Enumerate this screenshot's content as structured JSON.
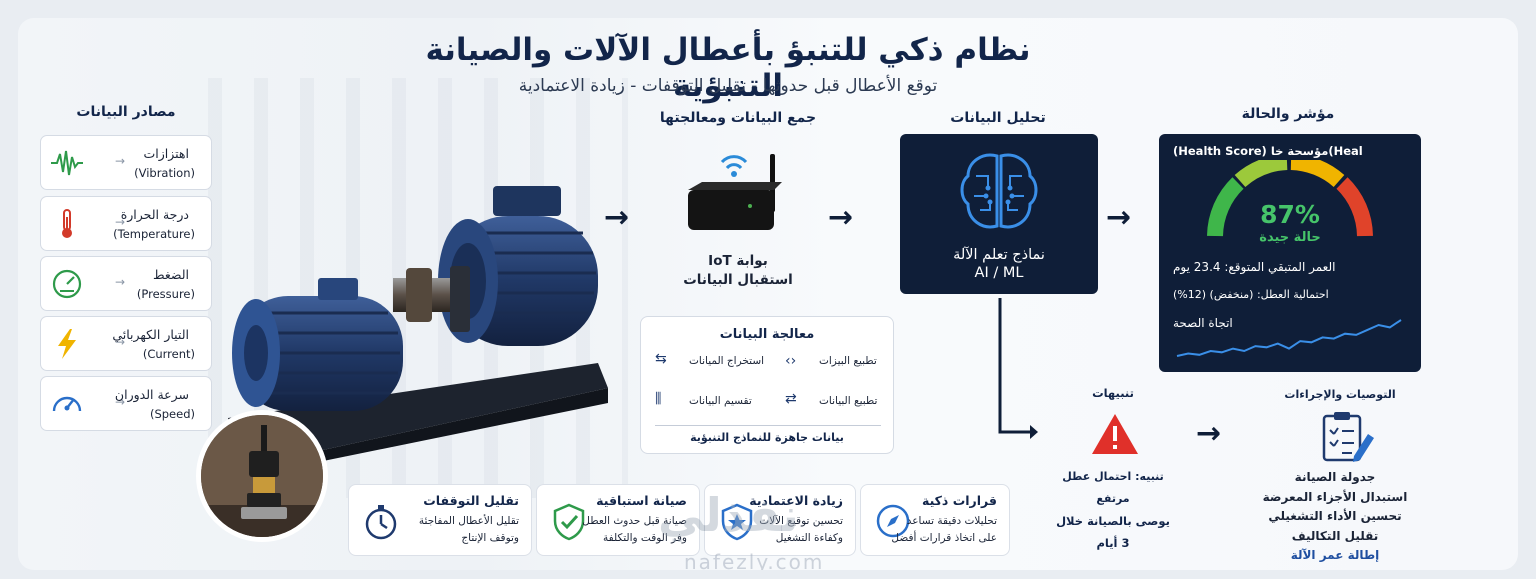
{
  "header": {
    "title": "نظام ذكي للتنبؤ بأعطال الآلات والصيانة التنبؤية",
    "subtitle": "توقع الأعطال قبل حدوثها - تقليل التوقفات - زيادة الاعتمادية"
  },
  "sources": {
    "title": "مصادر البيانات",
    "items": [
      {
        "ar": "اهتزازات",
        "en": "(Vibration)",
        "icon": "vibration-wave-icon",
        "color": "#2e9a4a"
      },
      {
        "ar": "درجة الحرارة",
        "en": "(Temperature)",
        "icon": "thermometer-icon",
        "color": "#d23a2a"
      },
      {
        "ar": "الضغط",
        "en": "(Pressure)",
        "icon": "pressure-gauge-icon",
        "color": "#2e9a4a"
      },
      {
        "ar": "التيار الكهربائي",
        "en": "(Current)",
        "icon": "lightning-bolt-icon",
        "color": "#f0b400"
      },
      {
        "ar": "سرعة الدوران",
        "en": "(Speed)",
        "icon": "speedometer-icon",
        "color": "#2a6fc9"
      }
    ]
  },
  "collection": {
    "title": "جمع البيانات ومعالجتها",
    "gateway_line1": "بوابة IoT",
    "gateway_line2": "استقبال البيانات"
  },
  "processing": {
    "title": "معالجة البيانات",
    "items": [
      "تطبيع البيزات",
      "استخراج الميانات",
      "تطبيع البيانات",
      "تقسيم البيانات"
    ],
    "footer": "بيانات جاهزة للنماذج التنبؤية"
  },
  "analysis": {
    "title": "تحليل البيانات",
    "model_line1": "نماذج تعلم الآلة",
    "model_line2": "AI / ML"
  },
  "health": {
    "title": "مؤشر والحالة",
    "panel_title": "(Health Score) مؤسحة خا(Heal",
    "value": 87,
    "value_text": "87%",
    "status": "حالة جيدة",
    "remaining_life": "العمر المتبقي المتوقع: 23.4 يوم",
    "failure_probability": "احتمالية العطل: (منخفض) (12%)",
    "trend_label": "اتجاة الصحة",
    "trend": [
      8,
      10,
      9,
      12,
      11,
      14,
      12,
      16,
      15,
      18,
      14,
      20,
      19,
      23,
      22,
      26,
      25,
      29,
      33,
      31,
      37
    ]
  },
  "alerts": {
    "title": "تنبيهات",
    "line1": "تنبيه: احتمال عطل مرتفع",
    "line2": "يوصى بالصيانة خلال",
    "line3": "3 أيام"
  },
  "recommendations": {
    "title": "التوصيات والإجراءات",
    "items": [
      "جدولة الصيانة",
      "استبدال الأجزاء المعرضة",
      "تحسين الأداء التشغيلي",
      "تقليل التكاليف",
      "إطالة عمر الآلة"
    ]
  },
  "benefits": [
    {
      "title": "قرارات ذكية",
      "line1": "تحليلات دقيقة تساعد",
      "line2": "على اتخاذ قرارات أفضل",
      "icon": "compass-icon"
    },
    {
      "title": "زيادة الاعتمادية",
      "line1": "تحسين توقيع الآلات",
      "line2": "وكفاءة التشغيل",
      "icon": "shield-star-icon"
    },
    {
      "title": "صيانة استباقية",
      "line1": "صيانة قبل حدوث العطل",
      "line2": "وفر الوقت والتكلفة",
      "icon": "shield-check-icon"
    },
    {
      "title": "تقليل التوقفات",
      "line1": "تقليل الأعطال المفاجئة",
      "line2": "وتوقف الإنتاج",
      "icon": "stopwatch-icon"
    }
  ],
  "watermark": {
    "ar": "نفذلي",
    "en": "nafezly.com"
  }
}
